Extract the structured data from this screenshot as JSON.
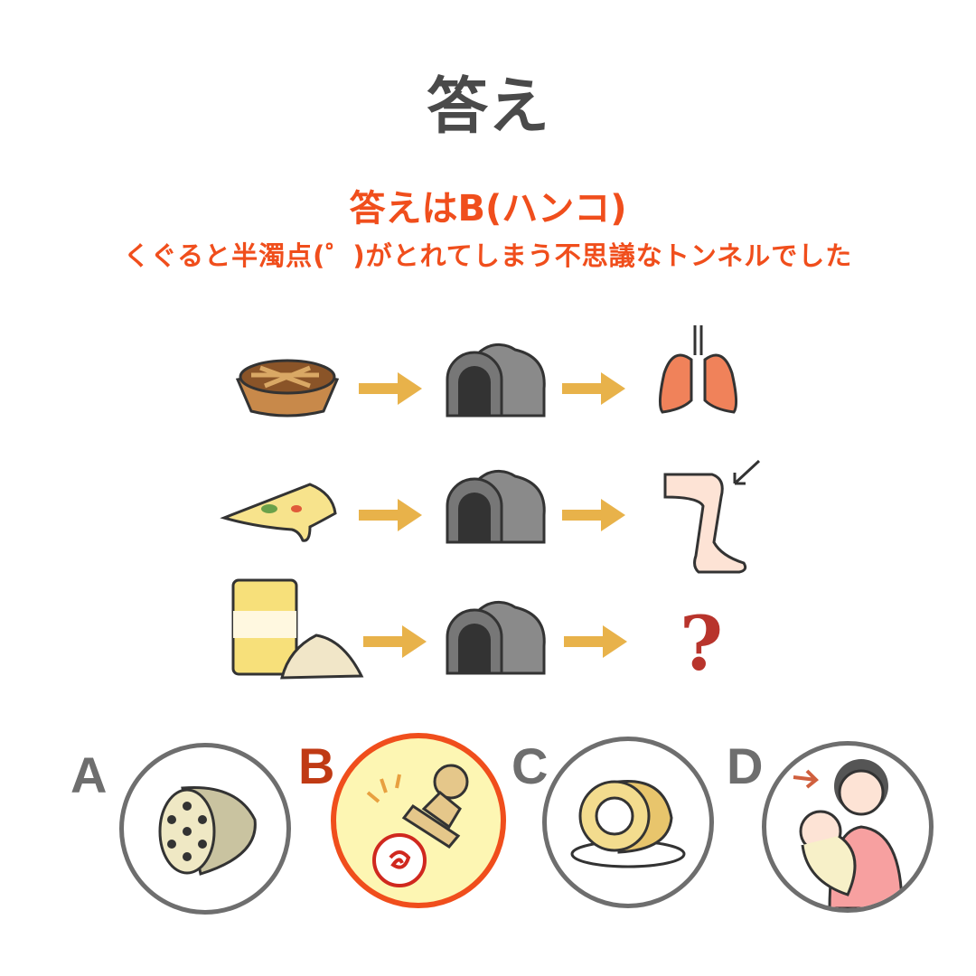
{
  "title": "答え",
  "answer": "答えはB(ハンコ)",
  "explanation": "くぐると半濁点(゜)がとれてしまう不思議なトンネルでした",
  "colors": {
    "accent": "#f04e1c",
    "title": "#4a4a4a",
    "choice_b": "#c03a14",
    "choice_default": "#6e6e6e",
    "arrow": "#e8b24a",
    "tunnel": "#8a8a8a"
  },
  "rows": [
    {
      "input": "pie-icon",
      "output": "lungs-icon"
    },
    {
      "input": "pizza-icon",
      "output": "knee-icon"
    },
    {
      "input": "flour-icon",
      "output": "question-mark-icon",
      "output_text": "?"
    }
  ],
  "choices": [
    {
      "letter": "A",
      "icon": "lotus-root-icon",
      "selected": false
    },
    {
      "letter": "B",
      "icon": "hanko-stamp-icon",
      "selected": true
    },
    {
      "letter": "C",
      "icon": "baumkuchen-icon",
      "selected": false
    },
    {
      "letter": "D",
      "icon": "mother-baby-icon",
      "selected": false
    }
  ]
}
